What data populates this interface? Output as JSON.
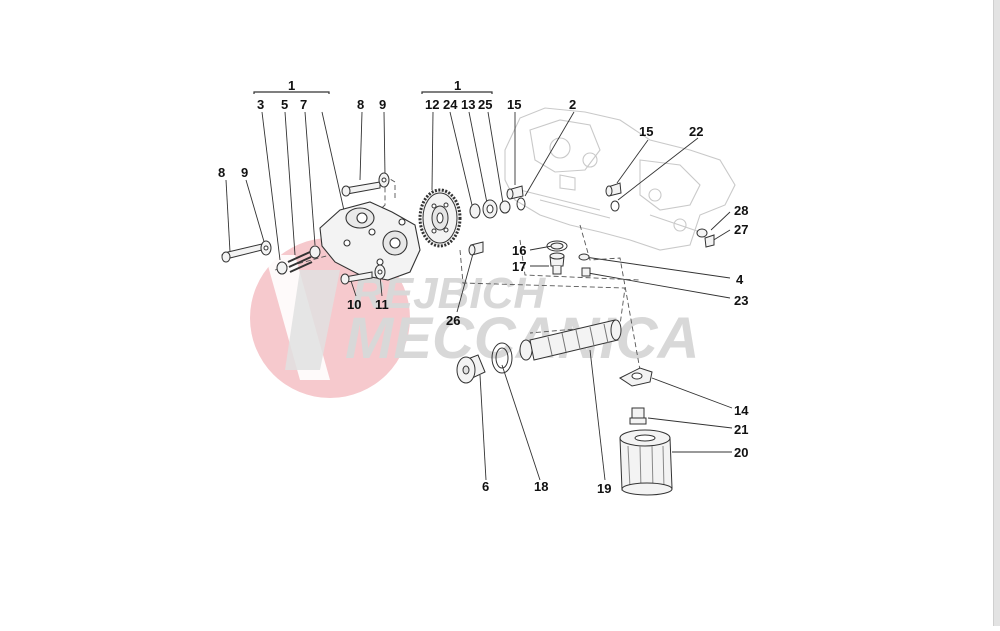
{
  "watermark": {
    "line1": "REJBICH",
    "line2": "MECCANICA",
    "red": "#f2a5ab",
    "grey": "#d6d6d6"
  },
  "colors": {
    "line": "#333333",
    "ink": "#111111",
    "part_fill": "#f1f1f1"
  },
  "callouts": {
    "group_left": "1",
    "group_right": "1",
    "c3": "3",
    "c5": "5",
    "c7": "7",
    "c8a": "8",
    "c9a": "9",
    "c8b": "8",
    "c9b": "9",
    "c12": "12",
    "c24": "24",
    "c13": "13",
    "c25": "25",
    "c15a": "15",
    "c2": "2",
    "c15b": "15",
    "c22": "22",
    "c28": "28",
    "c27": "27",
    "c16": "16",
    "c17": "17",
    "c4": "4",
    "c23": "23",
    "c10": "10",
    "c11": "11",
    "c26": "26",
    "c14": "14",
    "c21": "21",
    "c20": "20",
    "c6": "6",
    "c18": "18",
    "c19": "19"
  }
}
